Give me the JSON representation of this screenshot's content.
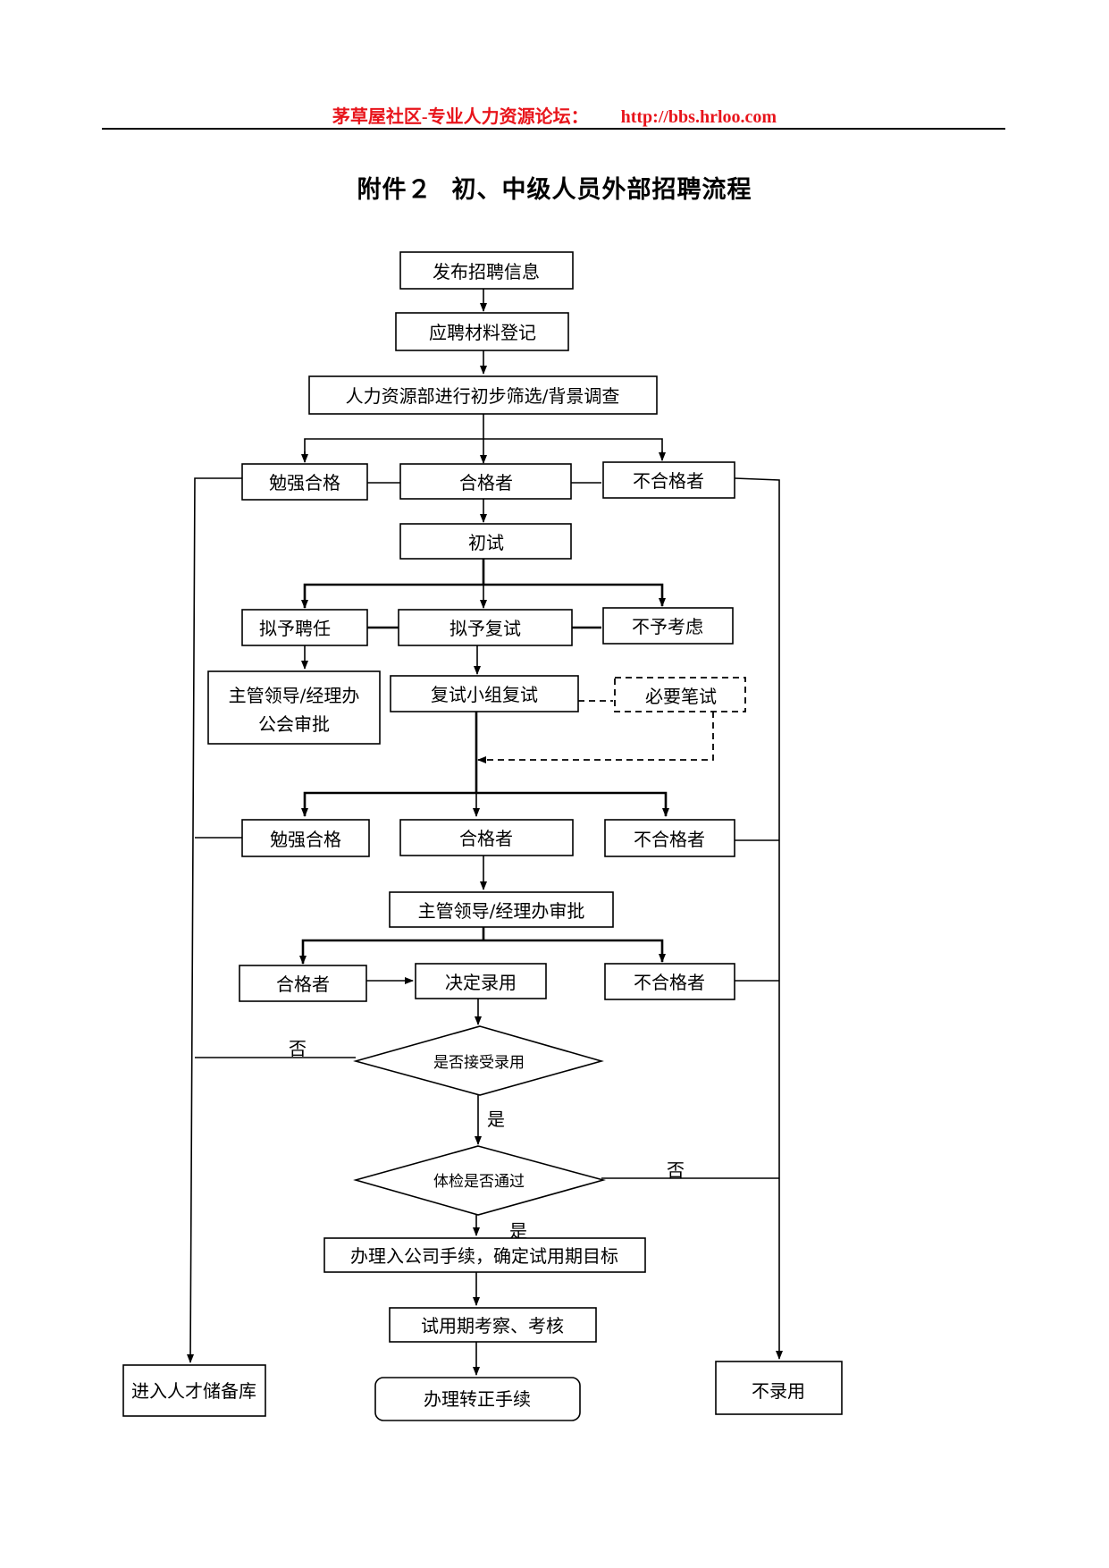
{
  "header": {
    "left": "茅草屋社区-专业人力资源论坛：",
    "right": "http://bbs.hrloo.com"
  },
  "title": {
    "prefix": "附件２",
    "text": "初、中级人员外部招聘流程"
  },
  "nodes": {
    "publish": "发布招聘信息",
    "register": "应聘材料登记",
    "screening": "人力资源部进行初步筛选/背景调查",
    "r1_marginal": "勉强合格",
    "r1_qualified": "合格者",
    "r1_unqualified": "不合格者",
    "first_interview": "初试",
    "propose_hire": "拟予聘任",
    "propose_second": "拟予复试",
    "not_considered": "不予考虑",
    "approval_office_line1": "主管领导/经理办",
    "approval_office_line2": "公会审批",
    "panel_second": "复试小组复试",
    "written_test": "必要笔试",
    "r2_marginal": "勉强合格",
    "r2_qualified": "合格者",
    "r2_unqualified": "不合格者",
    "manager_approval": "主管领导/经理办审批",
    "r3_qualified": "合格者",
    "decide_hire": "决定录用",
    "r3_unqualified": "不合格者",
    "accept_offer": "是否接受录用",
    "physical_exam": "体检是否通过",
    "onboarding": "办理入公司手续，确定试用期目标",
    "probation": "试用期考察、考核",
    "confirmation": "办理转正手续",
    "talent_pool": "进入人才储备库",
    "not_hired": "不录用"
  },
  "edge_labels": {
    "accept_no": "否",
    "accept_yes": "是",
    "exam_no": "否",
    "exam_yes": "是"
  }
}
